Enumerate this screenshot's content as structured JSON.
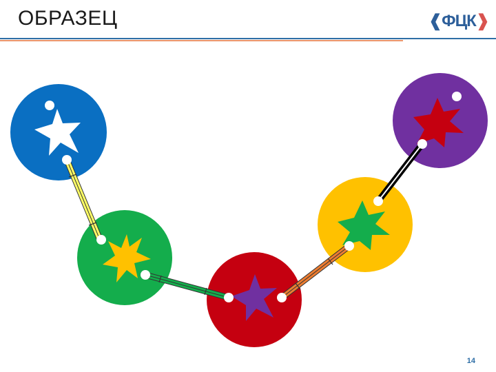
{
  "header": {
    "title": "ОБРАЗЕЦ",
    "logo_left_bracket": "❰",
    "logo_text": "ФЦК",
    "logo_right_bracket": "❱"
  },
  "page_number": "14",
  "colors": {
    "header_rule": "#2e6ea6",
    "header_rule_accent": "#e8936a",
    "ball_blue": "#0a6fc2",
    "ball_green": "#14ad4c",
    "ball_red": "#c50010",
    "ball_yellow": "#ffc100",
    "ball_purple": "#7030a0",
    "star_white": "#ffffff",
    "star_yellow": "#ffc100",
    "star_purple": "#7030a0",
    "star_green": "#14ad4c",
    "star_red": "#c50010",
    "link_yellow": "#ffff66",
    "link_green": "#14ad4c",
    "link_orange": "#ed7d31",
    "link_black": "#000000"
  }
}
